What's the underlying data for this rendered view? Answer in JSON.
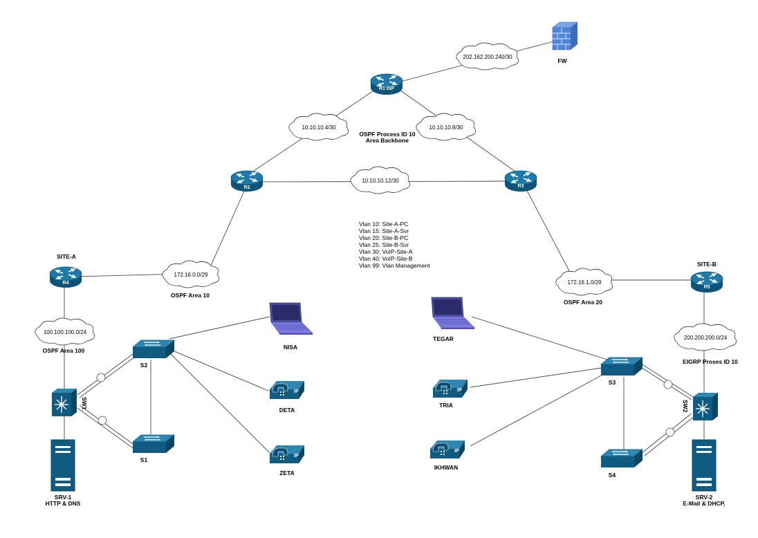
{
  "routers": {
    "r1": "R1 ISP",
    "r2": "R2",
    "r3": "R3",
    "r4": "R4",
    "r5": "R5"
  },
  "sites": {
    "a": "SITE-A",
    "b": "SITE-B"
  },
  "clouds": {
    "fw_net": "202.162.200.240/30",
    "r1_r2": "10.10.10.4/30",
    "r1_r3": "10.10.10.8/30",
    "r2_r3": "10.10.10.12/30",
    "r2_r4": "172.16.0.0/29",
    "r3_r5": "172.16.1.0/29",
    "r4_lan": "100.100.100.0/24",
    "r5_lan": "200.200.200.0/24"
  },
  "routing": {
    "ospf_backbone_line1": "OSPF Process ID 10",
    "ospf_backbone_line2": "Area Backbone",
    "ospf_area10": "OSPF Area 10",
    "ospf_area20": "OSPF Area 20",
    "ospf_area100": "OSPF Area 100",
    "eigrp": "EIGRP Proses ID 10"
  },
  "vlans": [
    "Vlan 10: Site-A-PC",
    "Vlan 15: Site-A-Svr",
    "Vlan 20: Site-B-PC",
    "Vlan 25: Site-B-Svr",
    "Vlan 30: VoIP-Site-A",
    "Vlan 40: VoIP-Site-B",
    "Vlan 99: Vlan Management"
  ],
  "devices": {
    "fw": "FW",
    "nisa": "NISA",
    "deta": "DETA",
    "zeta": "ZETA",
    "tegar": "TEGAR",
    "tria": "TRIA",
    "ikhwan": "IKHWAN",
    "s1": "S1",
    "s2": "S2",
    "s3": "S3",
    "s4": "S4",
    "sw1": "SW1",
    "sw2": "SW2",
    "srv1_name": "SRV-1",
    "srv1_desc": "HTTP & DNS",
    "srv2_name": "SRV-2",
    "srv2_desc": "E-Mail & DHCP,",
    "phone_ip": "IP"
  },
  "colors": {
    "device": "#0f5b82",
    "device_top": "#2e86b3",
    "laptop": "#6a6ad8",
    "firewall": "#4f86d9"
  }
}
